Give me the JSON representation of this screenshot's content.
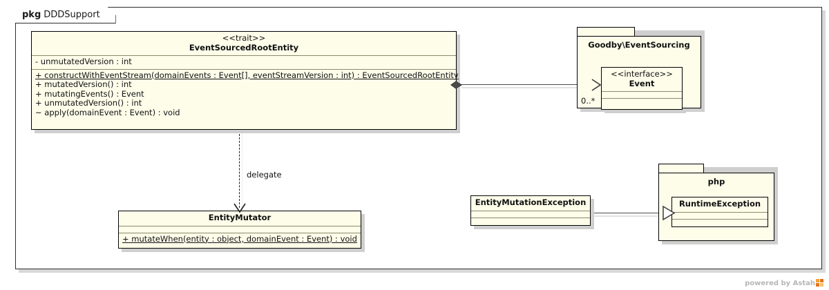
{
  "diagram": {
    "type": "uml-class-diagram",
    "frame": {
      "keyword": "pkg",
      "name": "DDDSupport"
    },
    "watermark": "powered by Astah"
  },
  "classes": {
    "event_sourced_root_entity": {
      "stereotype": "<<trait>>",
      "name": "EventSourcedRootEntity",
      "attributes": [
        "- unmutatedVersion : int"
      ],
      "operations": [
        "+ constructWithEventStream(domainEvents : Event[], eventStreamVersion : int) : EventSourcedRootEntity",
        "+ mutatedVersion() : int",
        "+ mutatingEvents() : Event",
        "+ unmutatedVersion() : int",
        "~ apply(domainEvent : Event) : void"
      ]
    },
    "entity_mutator": {
      "name": "EntityMutator",
      "attributes": [],
      "operations": [
        "+ mutateWhen(entity : object, domainEvent : Event) : void"
      ]
    },
    "event": {
      "stereotype": "<<interface>>",
      "name": "Event",
      "attributes": [],
      "operations": []
    },
    "entity_mutation_exception": {
      "name": "EntityMutationException",
      "attributes": [],
      "operations": []
    },
    "runtime_exception": {
      "name": "RuntimeException",
      "attributes": [],
      "operations": []
    }
  },
  "packages": {
    "goodby_event_sourcing": {
      "name": "Goodby\\EventSourcing"
    },
    "php": {
      "name": "php"
    }
  },
  "relationships": {
    "aggregation_event": {
      "kind": "aggregation",
      "source": "EventSourcedRootEntity",
      "target": "Event",
      "target_multiplicity": "0..*"
    },
    "dependency_delegate": {
      "kind": "dependency",
      "label": "delegate",
      "source": "EventSourcedRootEntity",
      "target": "EntityMutator"
    },
    "generalization_exception": {
      "kind": "generalization",
      "source": "EntityMutationException",
      "target": "RuntimeException"
    }
  },
  "colors": {
    "class_fill": "#fdfdea",
    "border": "#000000",
    "frame_border": "#2b2b2b",
    "line": "#4a4a4a",
    "accent": "#e8731c"
  }
}
